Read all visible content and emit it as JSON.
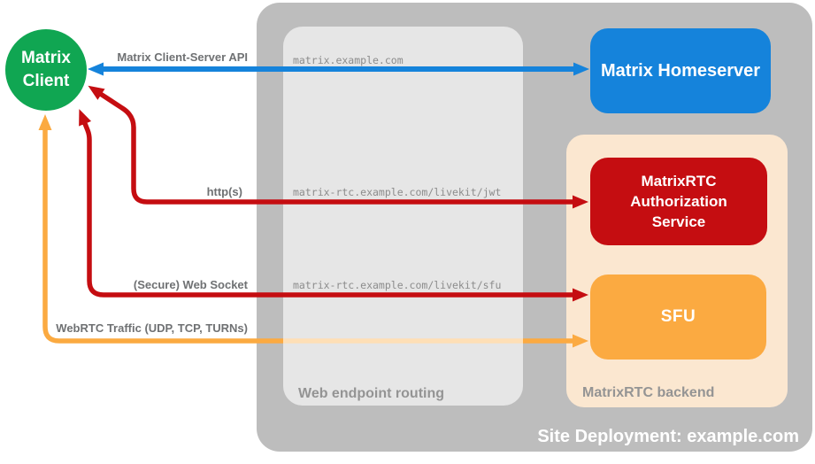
{
  "diagram": {
    "containers": {
      "site": {
        "label": "Site Deployment: example.com",
        "bg": "#BDBDBD"
      },
      "routing": {
        "label": "Web endpoint routing",
        "bg": "#E6E6E6"
      },
      "backend": {
        "label": "MatrixRTC backend",
        "bg": "#FBE7D0"
      }
    },
    "routing_endpoints": [
      "matrix.example.com",
      "matrix-rtc.example.com/livekit/jwt",
      "matrix-rtc.example.com/livekit/sfu"
    ],
    "nodes": {
      "client": {
        "label": "Matrix Client",
        "color": "#10A652",
        "shape": "circle"
      },
      "homeserver": {
        "label": "Matrix Homeserver",
        "color": "#1583DB"
      },
      "auth": {
        "label": "MatrixRTC Authorization Service",
        "color": "#C50D11"
      },
      "sfu": {
        "label": "SFU",
        "color": "#FBAA41"
      }
    },
    "edges": {
      "cs_api": {
        "label": "Matrix Client-Server API",
        "color": "#1583DB",
        "from": "Matrix Client",
        "to": "Matrix Homeserver",
        "bidirectional": true
      },
      "http": {
        "label": "http(s)",
        "color": "#C50D11",
        "from": "Matrix Client",
        "to": "MatrixRTC Authorization Service",
        "bidirectional": true
      },
      "websocket": {
        "label": "(Secure) Web Socket",
        "color": "#C50D11",
        "from": "Matrix Client",
        "to": "SFU",
        "bidirectional": true
      },
      "webrtc": {
        "label": "WebRTC Traffic (UDP, TCP, TURNs)",
        "color": "#FBAA41",
        "from": "Matrix Client",
        "to": "SFU",
        "bidirectional": true
      }
    }
  }
}
